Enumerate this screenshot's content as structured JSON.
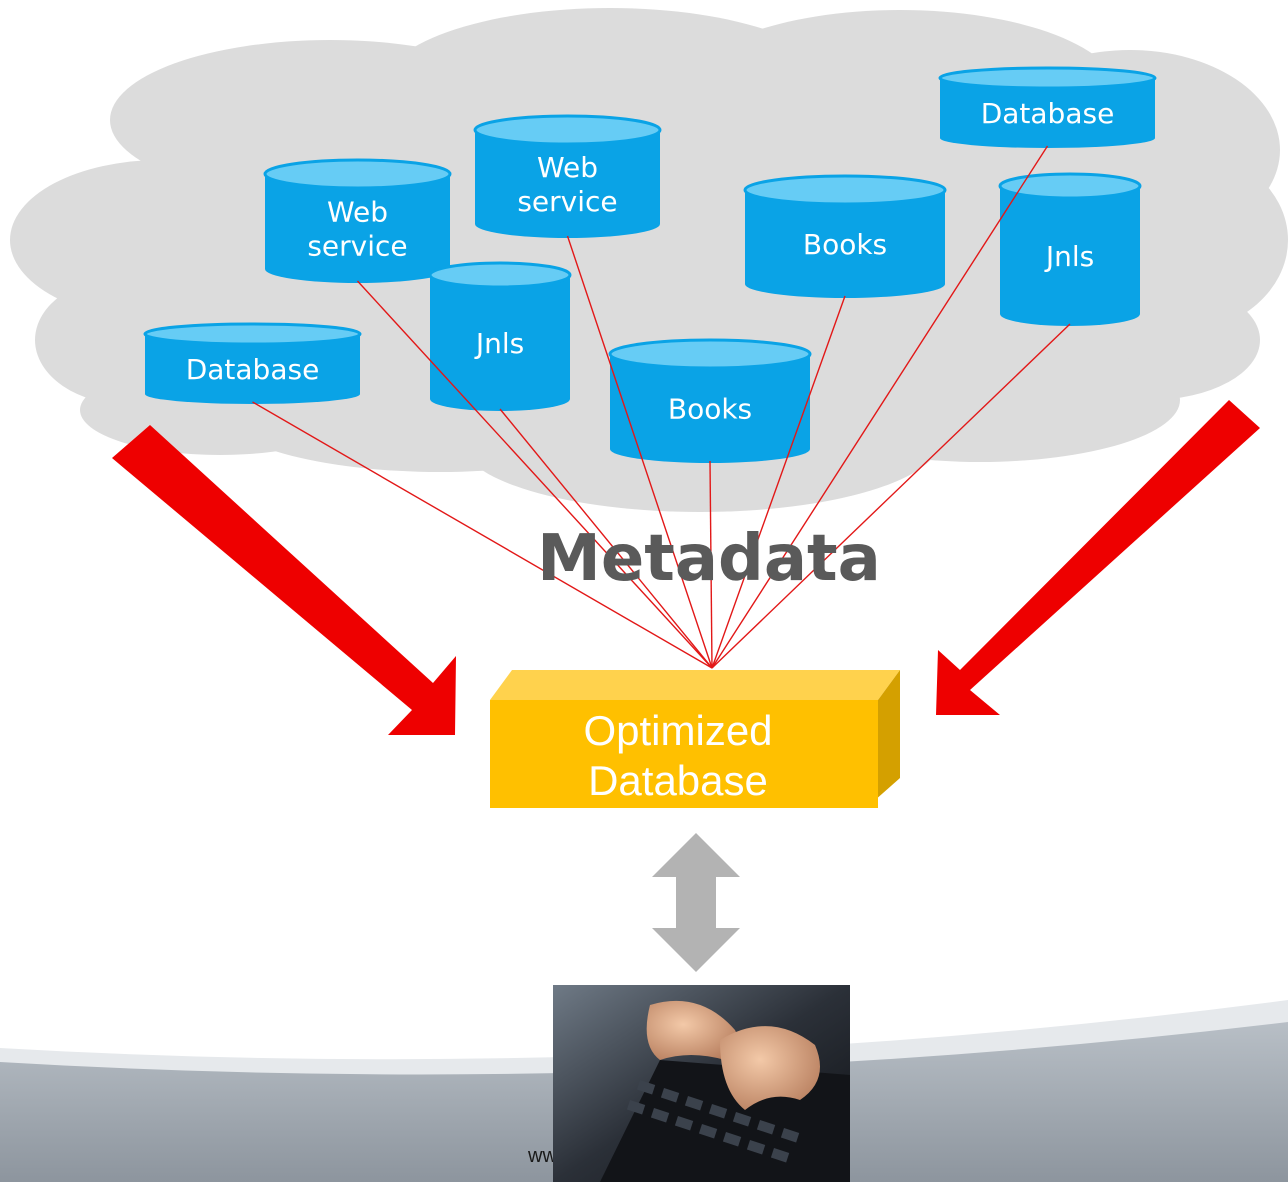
{
  "sources": [
    {
      "id": "db-left",
      "lines": [
        "Database"
      ]
    },
    {
      "id": "ws-1",
      "lines": [
        "Web",
        "service"
      ]
    },
    {
      "id": "ws-2",
      "lines": [
        "Web",
        "service"
      ]
    },
    {
      "id": "jnls-1",
      "lines": [
        "Jnls"
      ]
    },
    {
      "id": "books-1",
      "lines": [
        "Books"
      ]
    },
    {
      "id": "books-2",
      "lines": [
        "Books"
      ]
    },
    {
      "id": "db-top",
      "lines": [
        "Database"
      ]
    },
    {
      "id": "jnls-2",
      "lines": [
        "Jnls"
      ]
    }
  ],
  "metadata_label": "Metadata",
  "target": {
    "line1": "Optimized",
    "line2": "Database"
  },
  "footer_url": "ww",
  "colors": {
    "cloud": "#dcdcdc",
    "cylinder": "#0aa3e6",
    "cylinder_top": "#66ccf5",
    "connector": "#e21818",
    "big_arrow": "#ee0000",
    "box_front": "#ffc000",
    "box_top": "#ffd24d",
    "box_side": "#d4a000",
    "double_arrow": "#b3b3b3",
    "footer_band": "#98a0a8"
  },
  "icons": [
    "keyboard-typing-photo",
    "double-arrow-icon"
  ]
}
